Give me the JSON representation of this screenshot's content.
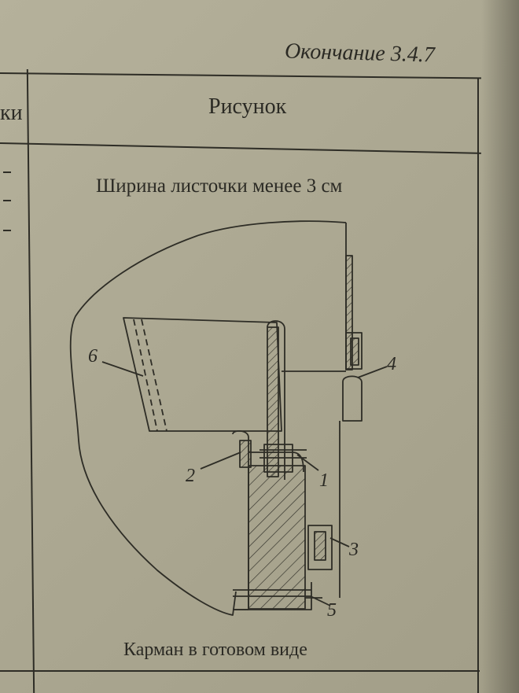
{
  "header": {
    "title": "Окончание 3.4.7"
  },
  "table": {
    "left_column_fragment": "ки",
    "figure_column_header": "Рисунок"
  },
  "figure": {
    "caption_top": "Ширина листочки менее 3 см",
    "caption_bottom": "Карман в готовом виде",
    "labels": [
      "1",
      "2",
      "3",
      "4",
      "5",
      "6"
    ]
  }
}
